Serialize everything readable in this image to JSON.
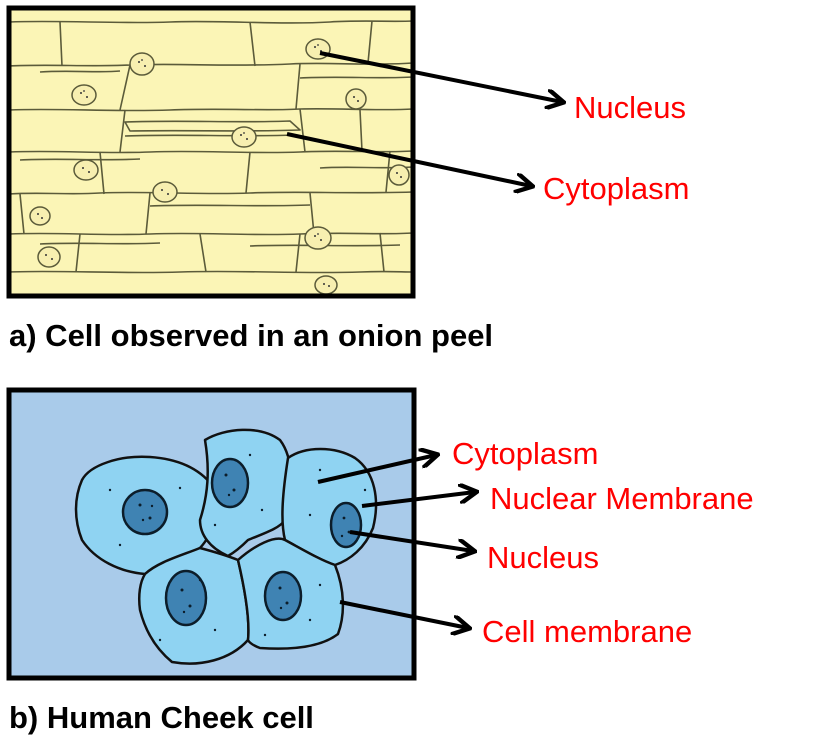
{
  "colors": {
    "label": "#ff0000",
    "onion_bg": "#fbf5b6",
    "cheek_bg": "#a9cbea",
    "cheek_cell": "#8fd3f2",
    "nucleus": "#3f83b3",
    "frame": "#000000"
  },
  "panel_a": {
    "caption": "a) Cell observed in an onion peel",
    "labels": {
      "nucleus": "Nucleus",
      "cytoplasm": "Cytoplasm"
    }
  },
  "panel_b": {
    "caption": "b) Human Cheek cell",
    "labels": {
      "cytoplasm": "Cytoplasm",
      "nuclear_membrane": "Nuclear Membrane",
      "nucleus": "Nucleus",
      "cell_membrane": "Cell membrane"
    }
  }
}
